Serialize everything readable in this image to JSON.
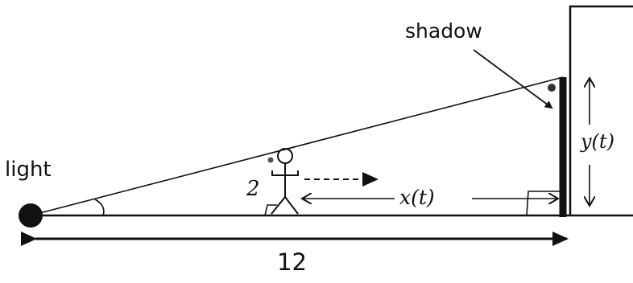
{
  "labels": {
    "light": "light",
    "shadow": "shadow",
    "distance": "12",
    "height": "2",
    "x": "x(t)",
    "y": "y(t)"
  }
}
